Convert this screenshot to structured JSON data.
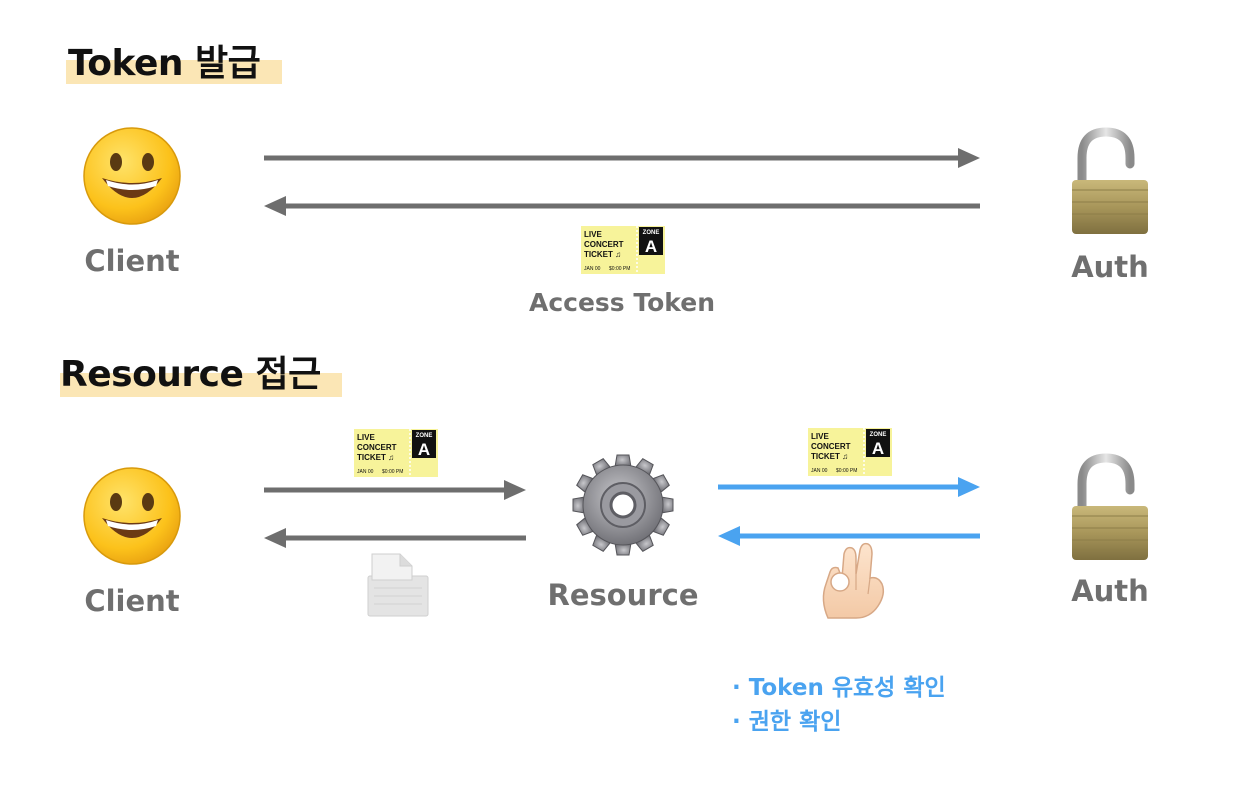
{
  "sections": {
    "issue": {
      "title": "Token 발급"
    },
    "access": {
      "title": "Resource 접근"
    }
  },
  "issue_flow": {
    "client_label": "Client",
    "auth_label": "Auth",
    "token_label": "Access Token"
  },
  "access_flow": {
    "client_label": "Client",
    "resource_label": "Resource",
    "auth_label": "Auth"
  },
  "ticket": {
    "line1": "LIVE",
    "line2": "CONCERT",
    "line3": "TICKET ♫",
    "zone": "ZONE",
    "zone_letter": "A",
    "date": "JAN 00",
    "time": "$0:00 PM"
  },
  "notes": [
    "· Token 유효성 확인",
    "· 권한 확인"
  ],
  "colors": {
    "gray_arrow": "#6e6e6e",
    "blue_arrow": "#4aa3f0",
    "highlight": "#fbe6b5",
    "ticket": "#f7f39a"
  }
}
